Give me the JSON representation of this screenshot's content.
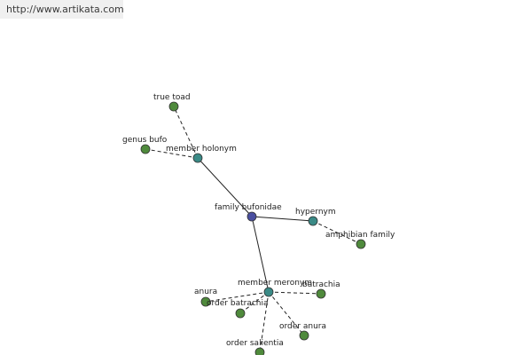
{
  "header": {
    "url": "http://www.artikata.com"
  },
  "graph": {
    "center": "family bufonidae",
    "nodes": [
      {
        "id": "family_bufonidae",
        "label": "family bufonidae",
        "kind": "center",
        "color": "#4a4fa0"
      },
      {
        "id": "member_holonym",
        "label": "member holonym",
        "kind": "relation",
        "color": "#3a8a86"
      },
      {
        "id": "hypernym",
        "label": "hypernym",
        "kind": "relation",
        "color": "#3a8a86"
      },
      {
        "id": "member_meronym",
        "label": "member meronym",
        "kind": "relation",
        "color": "#3a8a86"
      },
      {
        "id": "true_toad",
        "label": "true toad",
        "kind": "term",
        "color": "#4f8a3c"
      },
      {
        "id": "genus_bufo",
        "label": "genus bufo",
        "kind": "term",
        "color": "#4f8a3c"
      },
      {
        "id": "amphibian_family",
        "label": "amphibian family",
        "kind": "term",
        "color": "#4f8a3c"
      },
      {
        "id": "anura",
        "label": "anura",
        "kind": "term",
        "color": "#4f8a3c"
      },
      {
        "id": "order_batrachia",
        "label": "order batrachia",
        "kind": "term",
        "color": "#4f8a3c"
      },
      {
        "id": "batrachia",
        "label": "batrachia",
        "kind": "term",
        "color": "#4f8a3c"
      },
      {
        "id": "order_anura",
        "label": "order anura",
        "kind": "term",
        "color": "#4f8a3c"
      },
      {
        "id": "order_salientia",
        "label": "order salientia",
        "kind": "term",
        "color": "#4f8a3c"
      }
    ],
    "edges": [
      {
        "from": "family_bufonidae",
        "to": "member_holonym",
        "style": "solid"
      },
      {
        "from": "family_bufonidae",
        "to": "hypernym",
        "style": "solid"
      },
      {
        "from": "family_bufonidae",
        "to": "member_meronym",
        "style": "solid"
      },
      {
        "from": "member_holonym",
        "to": "true_toad",
        "style": "dashed"
      },
      {
        "from": "member_holonym",
        "to": "genus_bufo",
        "style": "dashed"
      },
      {
        "from": "hypernym",
        "to": "amphibian_family",
        "style": "dashed"
      },
      {
        "from": "member_meronym",
        "to": "anura",
        "style": "dashed"
      },
      {
        "from": "member_meronym",
        "to": "order_batrachia",
        "style": "dashed"
      },
      {
        "from": "member_meronym",
        "to": "batrachia",
        "style": "dashed"
      },
      {
        "from": "member_meronym",
        "to": "order_anura",
        "style": "dashed"
      },
      {
        "from": "member_meronym",
        "to": "order_salientia",
        "style": "dashed"
      }
    ]
  }
}
